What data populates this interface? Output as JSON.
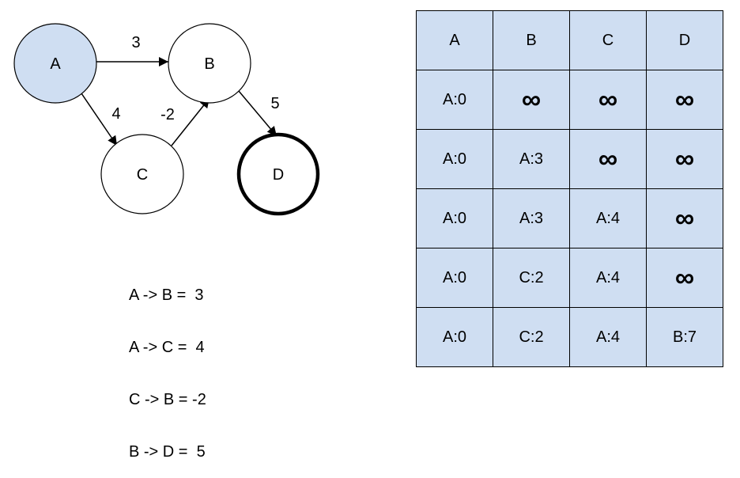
{
  "graph": {
    "nodes": [
      {
        "id": "A",
        "label": "A",
        "fill": "#cfdef2",
        "bold": false
      },
      {
        "id": "B",
        "label": "B",
        "fill": "#ffffff",
        "bold": false
      },
      {
        "id": "C",
        "label": "C",
        "fill": "#ffffff",
        "bold": false
      },
      {
        "id": "D",
        "label": "D",
        "fill": "#ffffff",
        "bold": true
      }
    ],
    "edges": [
      {
        "from": "A",
        "to": "B",
        "weight": "3"
      },
      {
        "from": "A",
        "to": "C",
        "weight": "4"
      },
      {
        "from": "C",
        "to": "B",
        "weight": "-2"
      },
      {
        "from": "B",
        "to": "D",
        "weight": "5"
      }
    ]
  },
  "edge_list": [
    "A -> B =  3",
    "A -> C =  4",
    "C -> B = -2",
    "B -> D =  5"
  ],
  "table": {
    "header": [
      "A",
      "B",
      "C",
      "D"
    ],
    "rows": [
      [
        "A:0",
        "∞",
        "∞",
        "∞"
      ],
      [
        "A:0",
        "A:3",
        "∞",
        "∞"
      ],
      [
        "A:0",
        "A:3",
        "A:4",
        "∞"
      ],
      [
        "A:0",
        "C:2",
        "A:4",
        "∞"
      ],
      [
        "A:0",
        "C:2",
        "A:4",
        "B:7"
      ]
    ],
    "fill": "#cfdef2"
  }
}
